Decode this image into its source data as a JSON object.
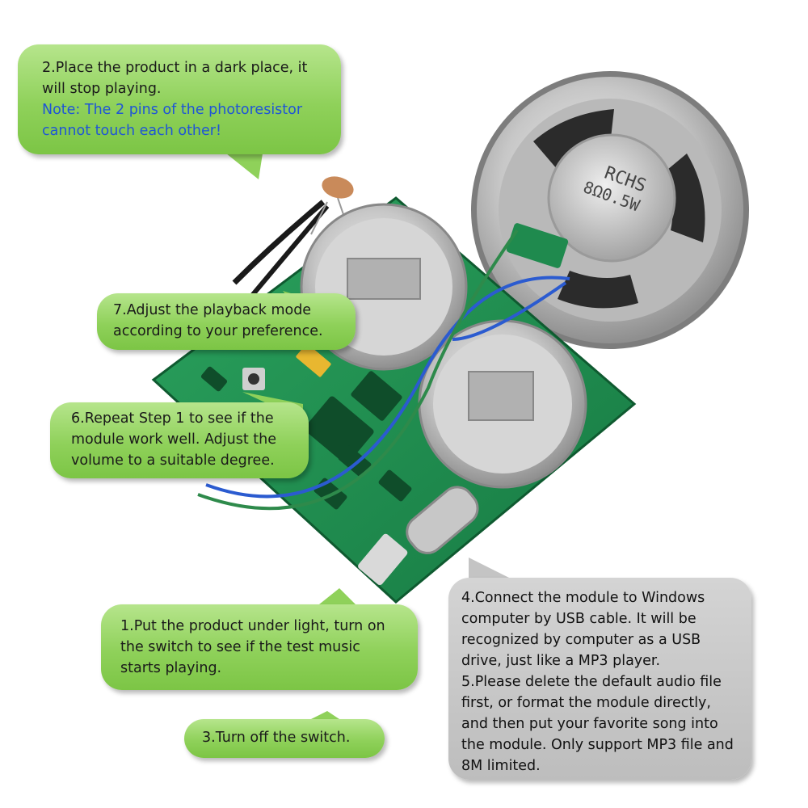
{
  "bubbles": {
    "step2": {
      "text": "2.Place the product in a dark place, it will stop playing.",
      "note": "Note: The 2 pins of the photoresistor cannot touch each other!"
    },
    "step7": {
      "text": "7.Adjust the playback mode according to your preference."
    },
    "step6": {
      "text": "6.Repeat Step 1 to see if the module work well. Adjust the volume to a suitable degree."
    },
    "step1": {
      "text": "1.Put the product under light, turn on the switch to see if the test music starts playing."
    },
    "step3": {
      "text": "3.Turn off the switch."
    },
    "step4": {
      "text": "4.Connect the module to Windows computer by USB cable. It will be recognized by computer as a USB drive, just like a MP3 player."
    },
    "step5": {
      "text": "5.Please delete the default audio file first, or format the module directly, and then put your favorite song into the module. Only support MP3 file and 8M limited."
    }
  },
  "speaker": {
    "label_top": "RCHS",
    "label_bottom": "8Ω0.5W"
  },
  "colors": {
    "bubble_green": "#8fd15a",
    "bubble_grey": "#c4c4c4",
    "note_blue": "#1f55d6",
    "pcb_green": "#1f8a4e"
  }
}
